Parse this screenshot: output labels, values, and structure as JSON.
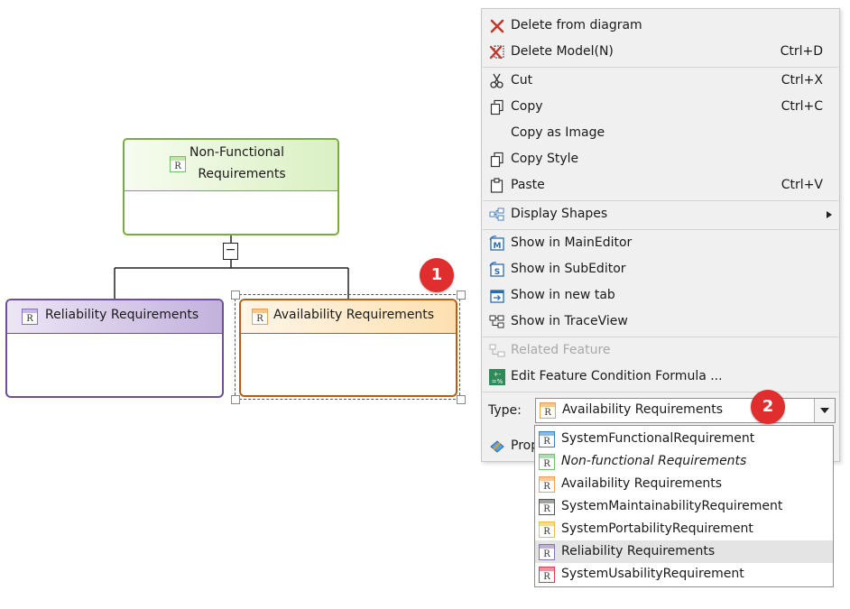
{
  "diagram": {
    "parent": {
      "line1": "Non-Functional",
      "line2": "Requirements"
    },
    "reliability": "Reliability Requirements",
    "availability": "Availability Requirements",
    "collapse_glyph": "−",
    "r_glyph": "R"
  },
  "badges": {
    "one": "1",
    "two": "2"
  },
  "menu": {
    "delete_diagram": "Delete from diagram",
    "delete_model": "Delete Model(N)",
    "delete_model_sc": "Ctrl+D",
    "cut": "Cut",
    "cut_sc": "Ctrl+X",
    "copy": "Copy",
    "copy_sc": "Ctrl+C",
    "copy_image": "Copy as Image",
    "copy_style": "Copy Style",
    "paste": "Paste",
    "paste_sc": "Ctrl+V",
    "display_shapes": "Display Shapes",
    "show_main": "Show in MainEditor",
    "show_sub": "Show in SubEditor",
    "show_tab": "Show in new tab",
    "show_trace": "Show in TraceView",
    "related_feature": "Related Feature",
    "edit_formula": "Edit Feature Condition Formula ...",
    "type_label": "Type:",
    "type_value": "Availability Requirements",
    "properties_partial": "Prop"
  },
  "type_options": [
    {
      "label": "SystemFunctionalRequirement",
      "color": "#3a7fc1"
    },
    {
      "label": "Non-functional Requirements",
      "color": "#6cc36c",
      "italic": true
    },
    {
      "label": "Availability Requirements",
      "color": "#f0a050"
    },
    {
      "label": "SystemMaintainabilityRequirement",
      "color": "#555555"
    },
    {
      "label": "SystemPortabilityRequirement",
      "color": "#e8c040"
    },
    {
      "label": "Reliability Requirements",
      "color": "#8a70b8",
      "hovered": true
    },
    {
      "label": "SystemUsabilityRequirement",
      "color": "#d84050"
    }
  ],
  "colors": {
    "parent_border": "#7aac3c",
    "reliability_border": "#6e4f98",
    "availability_border": "#b85c14",
    "badge": "#e02d2d",
    "hover_row": "#e4e4e4"
  }
}
